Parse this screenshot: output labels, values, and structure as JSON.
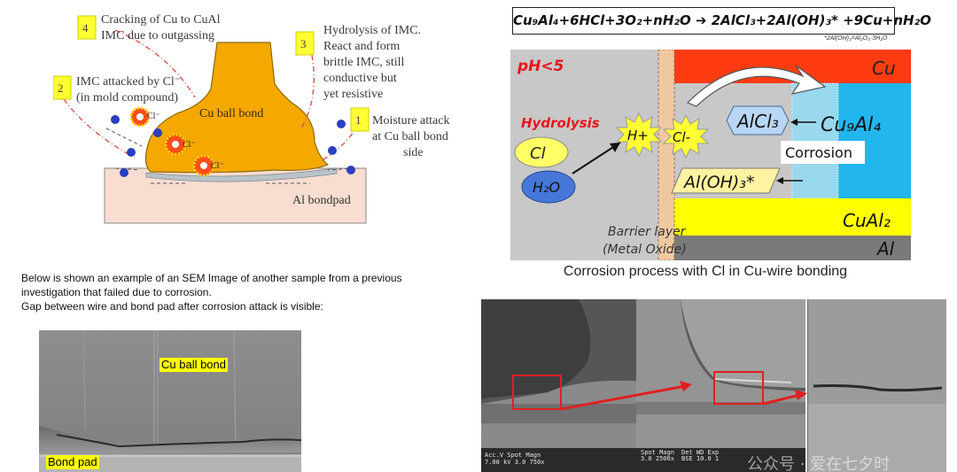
{
  "mechanism": {
    "step1_num": "1",
    "step1_l1": "Moisture attack",
    "step1_l2": "at Cu ball bond",
    "step1_l3": "side",
    "step2_num": "2",
    "step2_l1": "IMC attacked by Cl⁻",
    "step2_l2": "(in mold compound)",
    "step3_num": "3",
    "step3_l1": "Hydrolysis of IMC.",
    "step3_l2": "React and form",
    "step3_l3": "brittle IMC, still",
    "step3_l4": "conductive but",
    "step3_l5": "yet resistive",
    "step4_num": "4",
    "step4_l1": "Cracking of Cu to CuAl",
    "step4_l2": "IMC due to outgassing",
    "ball_label": "Cu ball bond",
    "pad_label": "Al bondpad",
    "cl_label": "Cl⁻",
    "colors": {
      "ball": "#f4a800",
      "pad": "#f8ddd0",
      "badge": "#ffff33",
      "arrow": "#d9534f",
      "ion": "#2a3fbf"
    }
  },
  "corrosion": {
    "equation": "Cu₉Al₄+6HCl+3O₂+nH₂O ➔ 2AlCl₃+2Al(OH)₃* +9Cu+nH₂O",
    "note": "*2Al(OH)₃=Al₂O₃·3H₂O",
    "ph": "pH<5",
    "cu": "Cu",
    "hydrolysis": "Hydrolysis",
    "cl": "Cl",
    "h2o": "H₂O",
    "h_plus": "H+",
    "cl_minus": "Cl-",
    "alcl3": "AlCl₃",
    "cu9al4": "Cu₉Al₄",
    "corrosion_label": "Corrosion",
    "aloh3": "Al(OH)₃*",
    "barrier_l1": "Barrier layer",
    "barrier_l2": "(Metal Oxide)",
    "cual2": "CuAl₂",
    "al": "Al",
    "caption": "Corrosion process with Cl in Cu-wire bonding",
    "colors": {
      "cu": "#ff3b12",
      "cu9al4": "#22b6ee",
      "cual2": "#ffff00",
      "al": "#7a7a7a",
      "bg": "#c8c8c8",
      "red_text": "#e8141c"
    }
  },
  "description": {
    "line1": "Below is shown an example of an SEM Image of another sample from a previous",
    "line2": "investigation that failed due to corrosion.",
    "line3": "Gap between wire and bond pad after corrosion attack is visible:"
  },
  "sem_left": {
    "ball_label": "Cu ball bond",
    "pad_label": "Bond pad"
  },
  "sem_right": {
    "hud1_l1": "Acc.V  Spot Magn",
    "hud1_l2": "7.00 kV 3.0  750x",
    "hud2_l1": "Spot Magn",
    "hud2_l2": "3.0  2500x",
    "hud2_l3": "Det  WD  Exp",
    "hud2_l4": "BSE 10.0  1",
    "watermark": "公众号 · 爱在七夕时"
  }
}
